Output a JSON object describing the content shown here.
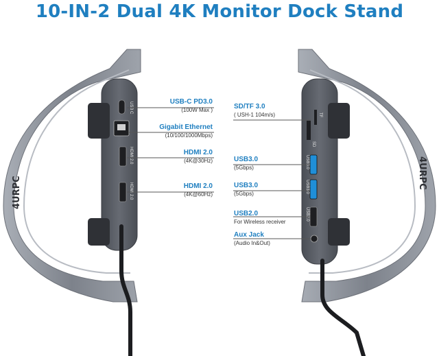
{
  "title": "10-IN-2 Dual 4K Monitor Dock Stand",
  "brand": "4URPC",
  "colors": {
    "accent": "#1f7fc0",
    "body": "#5b5f66",
    "frame": "#8e939c"
  },
  "left_ports": [
    {
      "name": "USB-C PD3.0",
      "spec": "(100W Max )",
      "etch": "USB C"
    },
    {
      "name": "Gigabit Ethernet",
      "spec": "(10/100/1000Mbps)",
      "etch": ""
    },
    {
      "name": "HDMI 2.0",
      "spec": "(4K@30Hz)",
      "etch": "HDMI 2.0"
    },
    {
      "name": "HDMI 2.0",
      "spec": "(4K@60Hz)",
      "etch": "HDMI 2.0"
    }
  ],
  "right_ports": [
    {
      "name": "SD/TF 3.0",
      "spec": "( USH-1 104m/s)",
      "etch_a": "TF",
      "etch_b": "SD"
    },
    {
      "name": "USB3.0",
      "spec": "(5Gbps)",
      "etch": "USB3.0"
    },
    {
      "name": "USB3.0",
      "spec": "(5Gbps)",
      "etch": "USB3.0"
    },
    {
      "name": "USB2.0",
      "spec": "For Wireless receiver",
      "etch": "USB2.0"
    },
    {
      "name": "Aux Jack",
      "spec": "(Audio In&Out)"
    }
  ]
}
